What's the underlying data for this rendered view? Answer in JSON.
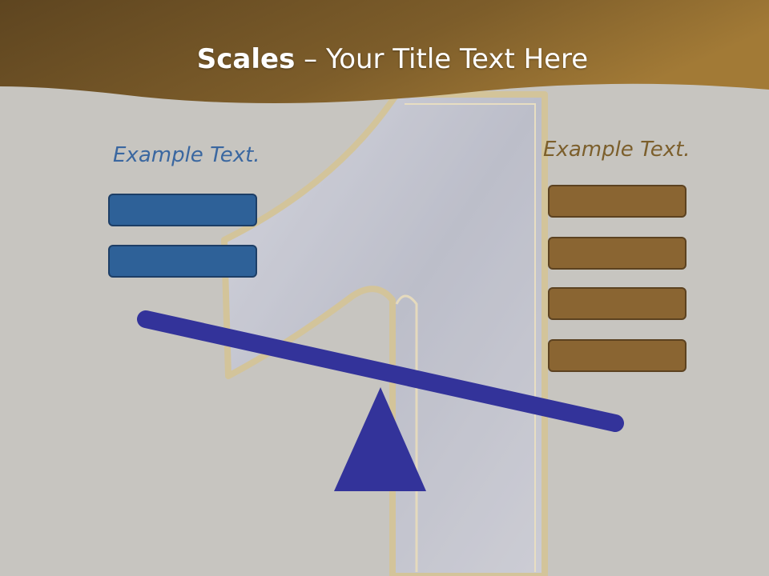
{
  "slide": {
    "title_bold": "Scales",
    "title_rest": " – Your Title Text Here",
    "left_label": "Example Text.",
    "right_label": "Example Text."
  },
  "colors": {
    "header_band": "#6b5024",
    "background": "#c7c5c0",
    "left_boxes": "#2e6198",
    "right_boxes": "#8a6532",
    "scale": "#33339a"
  },
  "left_boxes": 2,
  "right_boxes": 4
}
